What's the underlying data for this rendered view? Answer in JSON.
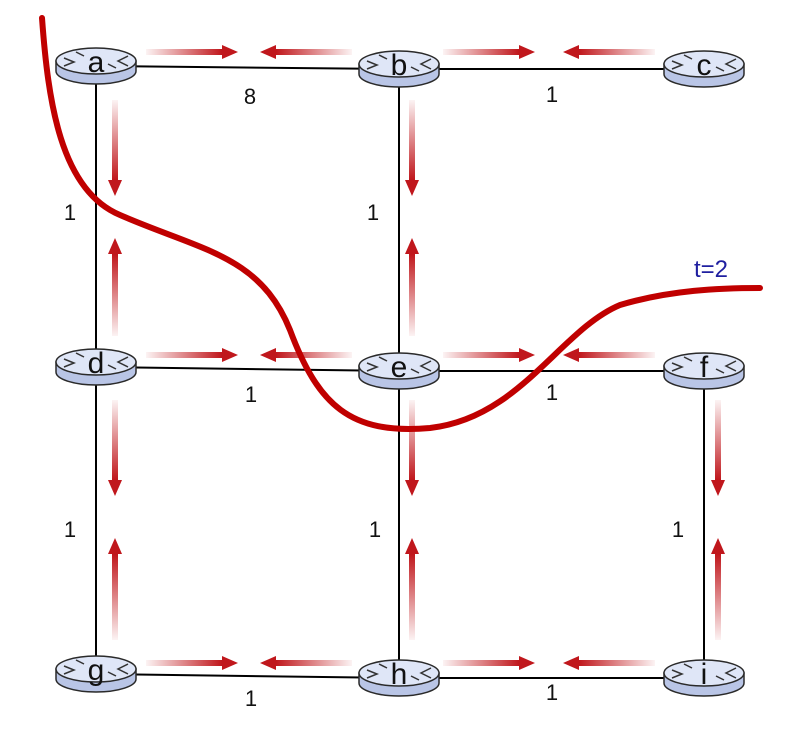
{
  "colors": {
    "arrow": "#c0171c",
    "curve": "#c00000",
    "time_label": "#1f1fa0",
    "node_fill": "#b9c5e6",
    "node_top": "#dfe6f7",
    "node_stroke": "#2a2a2a",
    "link": "#000000"
  },
  "time_label": "t=2",
  "nodes": [
    {
      "id": "a",
      "label": "a"
    },
    {
      "id": "b",
      "label": "b"
    },
    {
      "id": "c",
      "label": "c"
    },
    {
      "id": "d",
      "label": "d"
    },
    {
      "id": "e",
      "label": "e"
    },
    {
      "id": "f",
      "label": "f"
    },
    {
      "id": "g",
      "label": "g"
    },
    {
      "id": "h",
      "label": "h"
    },
    {
      "id": "i",
      "label": "i"
    }
  ],
  "edges": [
    {
      "from": "a",
      "to": "b",
      "cost": "8"
    },
    {
      "from": "b",
      "to": "c",
      "cost": "1"
    },
    {
      "from": "a",
      "to": "d",
      "cost": "1"
    },
    {
      "from": "b",
      "to": "e",
      "cost": "1"
    },
    {
      "from": "d",
      "to": "e",
      "cost": "1"
    },
    {
      "from": "e",
      "to": "f",
      "cost": "1"
    },
    {
      "from": "d",
      "to": "g",
      "cost": "1"
    },
    {
      "from": "e",
      "to": "h",
      "cost": "1"
    },
    {
      "from": "f",
      "to": "i",
      "cost": "1"
    },
    {
      "from": "g",
      "to": "h",
      "cost": "1"
    },
    {
      "from": "h",
      "to": "i",
      "cost": "1"
    }
  ]
}
